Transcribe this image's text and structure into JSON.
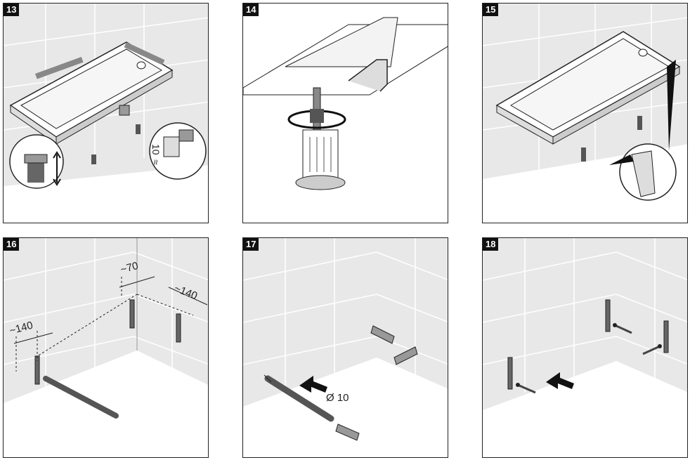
{
  "steps": [
    {
      "number": "13"
    },
    {
      "number": "14"
    },
    {
      "number": "15"
    },
    {
      "number": "16",
      "dims": {
        "left": "~140",
        "middle": "~70",
        "right": "~140"
      }
    },
    {
      "number": "17",
      "drill": "Ø 10"
    },
    {
      "number": "18"
    }
  ],
  "step13_dims": {
    "height": "10",
    "approx": "≈"
  },
  "colors": {
    "tile": "#ececec",
    "grout": "#ffffff",
    "floor": "#ffffff",
    "line": "#222222"
  }
}
